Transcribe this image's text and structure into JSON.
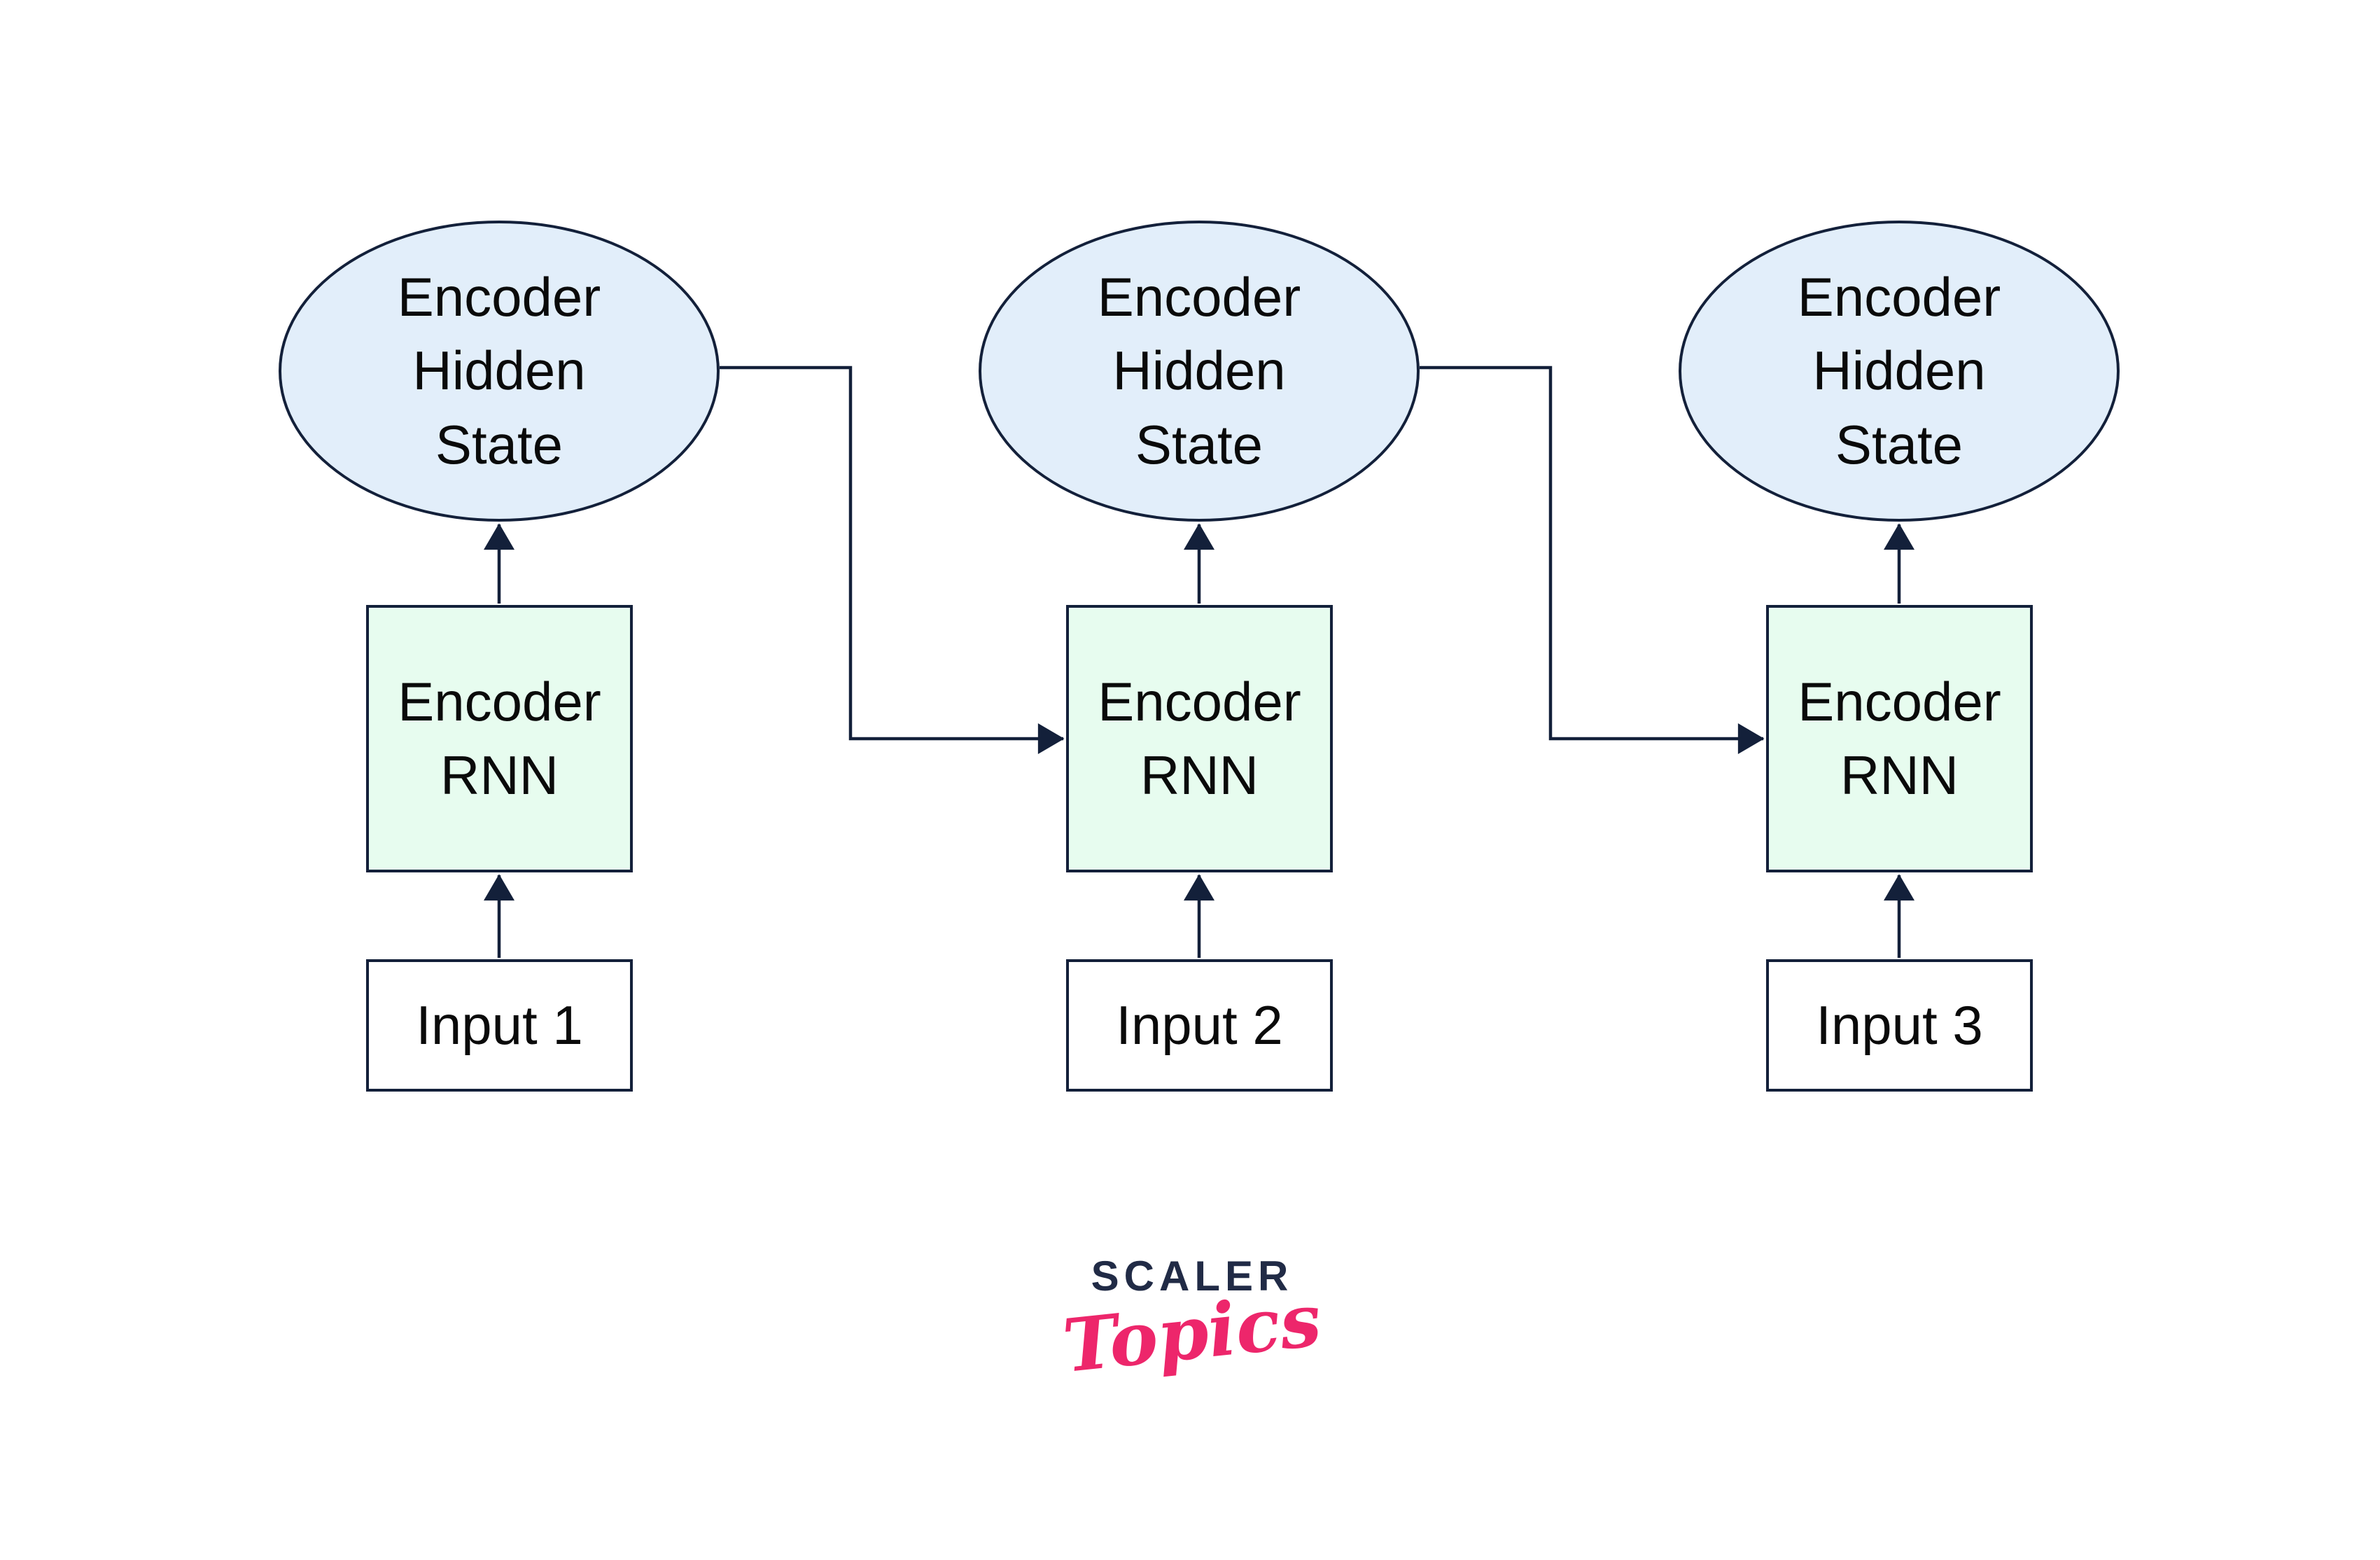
{
  "columns": [
    {
      "hidden_state": "Encoder\nHidden\nState",
      "rnn": "Encoder\nRNN",
      "input": "Input 1"
    },
    {
      "hidden_state": "Encoder\nHidden\nState",
      "rnn": "Encoder\nRNN",
      "input": "Input 2"
    },
    {
      "hidden_state": "Encoder\nHidden\nState",
      "rnn": "Encoder\nRNN",
      "input": "Input 3"
    }
  ],
  "logo": {
    "brand": "SCALER",
    "sub": "Topics"
  },
  "colors": {
    "background": "#ffffff",
    "ellipse_fill": "#E2EEFA",
    "rnn_fill": "#E7FCEF",
    "input_fill": "#ffffff",
    "stroke": "#13203A",
    "arrow": "#13203A",
    "text": "#0a0a0a",
    "brand_navy": "#212B46",
    "brand_pink": "#ED266B"
  }
}
